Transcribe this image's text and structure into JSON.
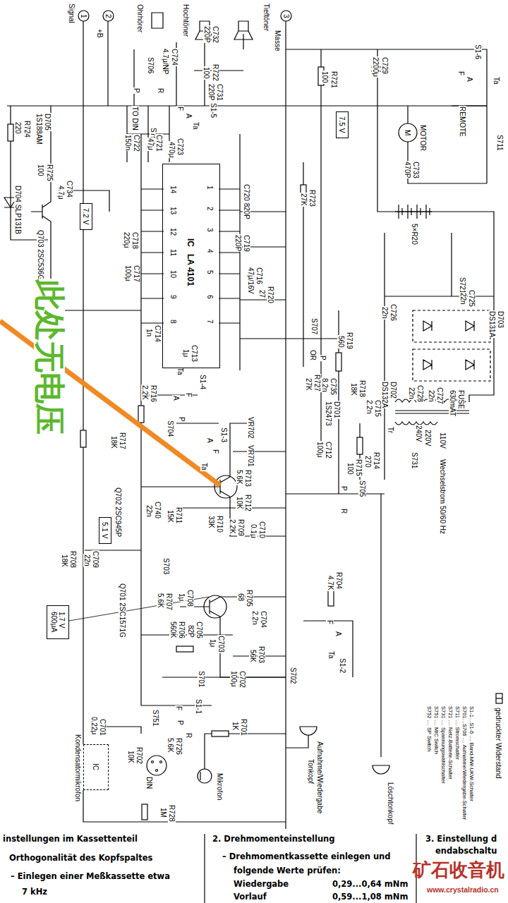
{
  "diagram": {
    "nodes": [
      {
        "text": [
          "1"
        ]
      },
      {
        "text": [
          "2"
        ]
      },
      {
        "text": [
          "3"
        ]
      },
      {
        "text": [
          "IC",
          "LA 4101"
        ]
      },
      {
        "text": [
          "7.5 V"
        ]
      },
      {
        "text": [
          "7.2 V"
        ]
      },
      {
        "text": [
          "5.1 V"
        ]
      },
      {
        "text": [
          "1.7 V",
          "600μA"
        ]
      },
      {
        "text": [
          "IC"
        ]
      }
    ],
    "labels": [
      "Signal",
      "+B",
      "Tieftöner",
      "Masse",
      "Ohrhörer",
      "Hochtöner",
      "C724",
      "4.7μ/NP",
      "C732",
      "220P",
      "R722",
      "100",
      "C731",
      "220P",
      "S706",
      "P",
      "R",
      "TO DIN",
      "S752",
      "S1-5",
      "F",
      "A",
      "Ta",
      "100",
      "R721",
      "C729",
      "2200μ",
      "M",
      "MOTOR",
      "REMOTE",
      "S1-6",
      "F",
      "A",
      "Ta",
      "S711",
      "C733",
      "470P",
      "R724",
      "220",
      "D705",
      "1S188AM",
      "100",
      "R725",
      "C734",
      "4.7μ",
      "D704 SLP131B",
      "Q703 2SC536G",
      "C722",
      "150n",
      "C721",
      "47μ",
      "C723",
      "470μ",
      "14",
      "13",
      "12",
      "11",
      "10",
      "9",
      "8",
      "1",
      "2",
      "3",
      "4",
      "5",
      "6",
      "7",
      "C720 820P",
      "R723",
      "27K",
      "C719",
      "220P",
      "C716",
      "47μ/16V",
      "R720",
      "27",
      "C718",
      "220μ",
      "C717",
      "100μ",
      "C714",
      "1n",
      "C713",
      "1μ",
      "S1-4",
      "Ta",
      "A",
      "F",
      "P",
      "S707",
      "OR",
      "P",
      "5×R20",
      "S721",
      "C725",
      "22n",
      "C726",
      "22n",
      "D703",
      "DS131A",
      "D702",
      "DS132A",
      "C728",
      "22n",
      "C727",
      "22n",
      "FUSE",
      "630mAT",
      "Tr",
      "240V",
      "220V",
      "110V",
      "S731",
      "Wechselstrom 50/60 Hz",
      "R719",
      "560",
      "R718",
      "18K",
      "C715",
      "2.2n",
      "R727",
      "27K",
      "C735",
      "8.2n",
      "D701",
      "1S2473",
      "C712",
      "100μ",
      "R714",
      "270",
      "R715",
      "100",
      "S705",
      "P",
      "R",
      "R716",
      "2.2K",
      "S704",
      "VR702",
      "VR701",
      "S1-3",
      "A",
      "F",
      "Ta",
      "R717",
      "18K",
      "R713",
      "5.6K",
      "Q702 2SC945P",
      "R712",
      "10K",
      "R711",
      "15K",
      "C740",
      "22n",
      "R710",
      "33K",
      "R709",
      "2.2K",
      "C710",
      "0.1μ",
      "S703",
      "R708",
      "18K",
      "C709",
      "22n",
      "Q701 2SC1571G",
      "R704",
      "4.7K",
      "R707",
      "5.6K",
      "C708",
      "1μ",
      "R705",
      "68",
      "R706",
      "560K",
      "C705",
      "82P",
      "C704",
      "2.2n",
      "C703",
      "1μ",
      "R703",
      "56K",
      "F",
      "A",
      "Ta",
      "S1-2",
      "C702",
      "100μ",
      "S701",
      "S702",
      "S1-1",
      "F",
      "P",
      "R",
      "C701",
      "0.22μ",
      "S751",
      "R701",
      "1K",
      "R726",
      "5.6K",
      "R702",
      "10K",
      "DIN",
      "Mikrofon",
      "Aufnahme/Wiedergabe",
      "Tonkopf",
      "Löschtonkopf",
      "Kondensatormikrofon",
      "R728",
      "1M",
      "S1-1…S1-6 .... Band-MW-UKW-Schalter",
      "S701…S706 .... Aufnahme/Wiedergabe-Schalter",
      "S711 .... Stromschalter",
      "S721 .... Netz-Batterie-Schalter",
      "S731 .... Spannungswählschalter",
      "S751 .... MIC Switch",
      "S752 .... SP Switch",
      "此处无电压",
      "instellungen im Kassettenteil",
      "Orthogonalität des Kopfspaltes",
      "– Einlegen einer Meßkassette etwa",
      "7 kHz",
      "2. Drehmomenteinstellung",
      "– Drehmomentkassette einlegen und",
      "folgende Werte prüfen:",
      "Wiedergabe",
      "0,29...0,64 mNm",
      "Vorlauf",
      "0,59...1,08 mNm",
      "3. Einstellung d",
      "endabschaltu",
      "矿石收音机",
      "www.crystalradio.cn"
    ],
    "legend": [
      {
        "text": "gedruckter Widerstand"
      }
    ]
  }
}
